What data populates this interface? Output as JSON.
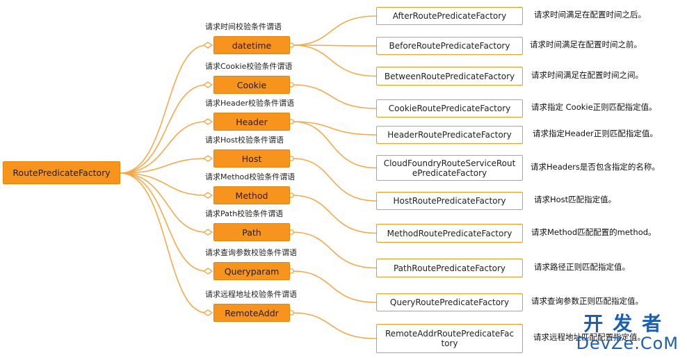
{
  "root": {
    "label": "RoutePredicateFactory"
  },
  "categories": [
    {
      "label": "datetime",
      "caption": "请求时间校验条件谓语"
    },
    {
      "label": "Cookie",
      "caption": "请求Cookie校验条件谓语"
    },
    {
      "label": "Header",
      "caption": "请求Header校验条件谓语"
    },
    {
      "label": "Host",
      "caption": "请求Host校验条件谓语"
    },
    {
      "label": "Method",
      "caption": "请求Method校验条件谓语"
    },
    {
      "label": "Path",
      "caption": "请求Path校验条件谓语"
    },
    {
      "label": "Queryparam",
      "caption": "请求查询参数校验条件谓语"
    },
    {
      "label": "RemoteAddr",
      "caption": "请求远程地址校验条件谓语"
    }
  ],
  "factories": [
    {
      "label": "AfterRoutePredicateFactory",
      "desc": "请求时间满足在配置时间之后。",
      "category": 0
    },
    {
      "label": "BeforeRoutePredicateFactory",
      "desc": "请求时间满足在配置时间之前。",
      "category": 0
    },
    {
      "label": "BetweenRoutePredicateFactory",
      "desc": "请求时间满足在配置时间之间。",
      "category": 0
    },
    {
      "label": "CookieRoutePredicateFactory",
      "desc": "请求指定 Cookie正则匹配指定值。",
      "category": 1
    },
    {
      "label": "HeaderRoutePredicateFactory",
      "desc": "请求指定Header正则匹配指定值。",
      "category": 2
    },
    {
      "label": "CloudFoundryRouteServiceRoutePredicateFactory",
      "label_line1": "CloudFoundryRouteServiceRout",
      "label_line2": "ePredicateFactory",
      "desc": "请求Headers是否包含指定的名称。",
      "category": 2
    },
    {
      "label": "HostRoutePredicateFactory",
      "desc": "请求Host匹配指定值。",
      "category": 3
    },
    {
      "label": "MethodRoutePredicateFactory",
      "desc": "请求Method匹配配置的method。",
      "category": 4
    },
    {
      "label": "PathRoutePredicateFactory",
      "desc": "请求路径正则匹配指定值。",
      "category": 5
    },
    {
      "label": "QueryRoutePredicateFactory",
      "desc": "请求查询参数正则匹配指定值。",
      "category": 6
    },
    {
      "label": "RemoteAddrRoutePredicateFactory",
      "label_line1": "RemoteAddrRoutePredicateFac",
      "label_line2": "tory",
      "desc": "请求远程地址匹配配置指定值。",
      "category": 7
    }
  ],
  "watermark": {
    "cn": "开发者",
    "en": "DevZe.CoM"
  },
  "colors": {
    "accent": "#f7941d",
    "line": "#f5a94a",
    "watermark": "#1b5fb5"
  }
}
